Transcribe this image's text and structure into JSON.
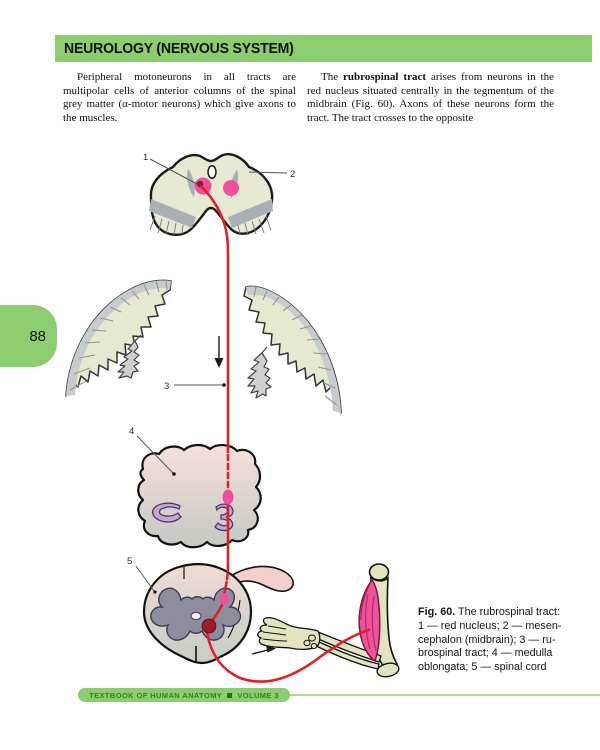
{
  "page": {
    "header": {
      "title": "NEUROLOGY (NERVOUS SYSTEM)"
    },
    "page_number": "88",
    "footer": {
      "book_title": "TEXTBOOK OF HUMAN ANATOMY",
      "volume": "VOLUME 3"
    }
  },
  "columns": {
    "left": {
      "text": "Peripheral motoneurons in all tracts are multipolar cells of anterior columns of the spinal grey matter (α-motor neurons) which give axons to the muscles."
    },
    "right": {
      "before_bold": "The ",
      "bold": "rubrospinal tract",
      "after_bold": " arises from neurons in the red nucleus situated centrally in the tegmentum of the midbrain (Fig. 60). Axons of these neurons form the tract. The tract crosses to the opposite"
    }
  },
  "figure": {
    "labels": [
      "1",
      "2",
      "3",
      "4",
      "5"
    ],
    "caption": {
      "label": "Fig. 60.",
      "lines": [
        "The rubrospinal tract:",
        "1 — red nucleus; 2 — mesen-",
        "cephalon (midbrain); 3 — ru-",
        "brospinal tract; 4 — medulla",
        "oblongata; 5 — spinal cord"
      ]
    }
  },
  "colors": {
    "header_green": "#8ccd70",
    "footer_text_green": "#3c7e1f",
    "tract_red": "#e31e24",
    "nucleus_pink": "#f0509e",
    "muscle_pink": "#e9549b",
    "bone_beige": "#e3e3c2",
    "grey_matter": "#8e8da0",
    "olive_purple": "#c8a2d8",
    "brain_cream": "#e7e9d2"
  }
}
